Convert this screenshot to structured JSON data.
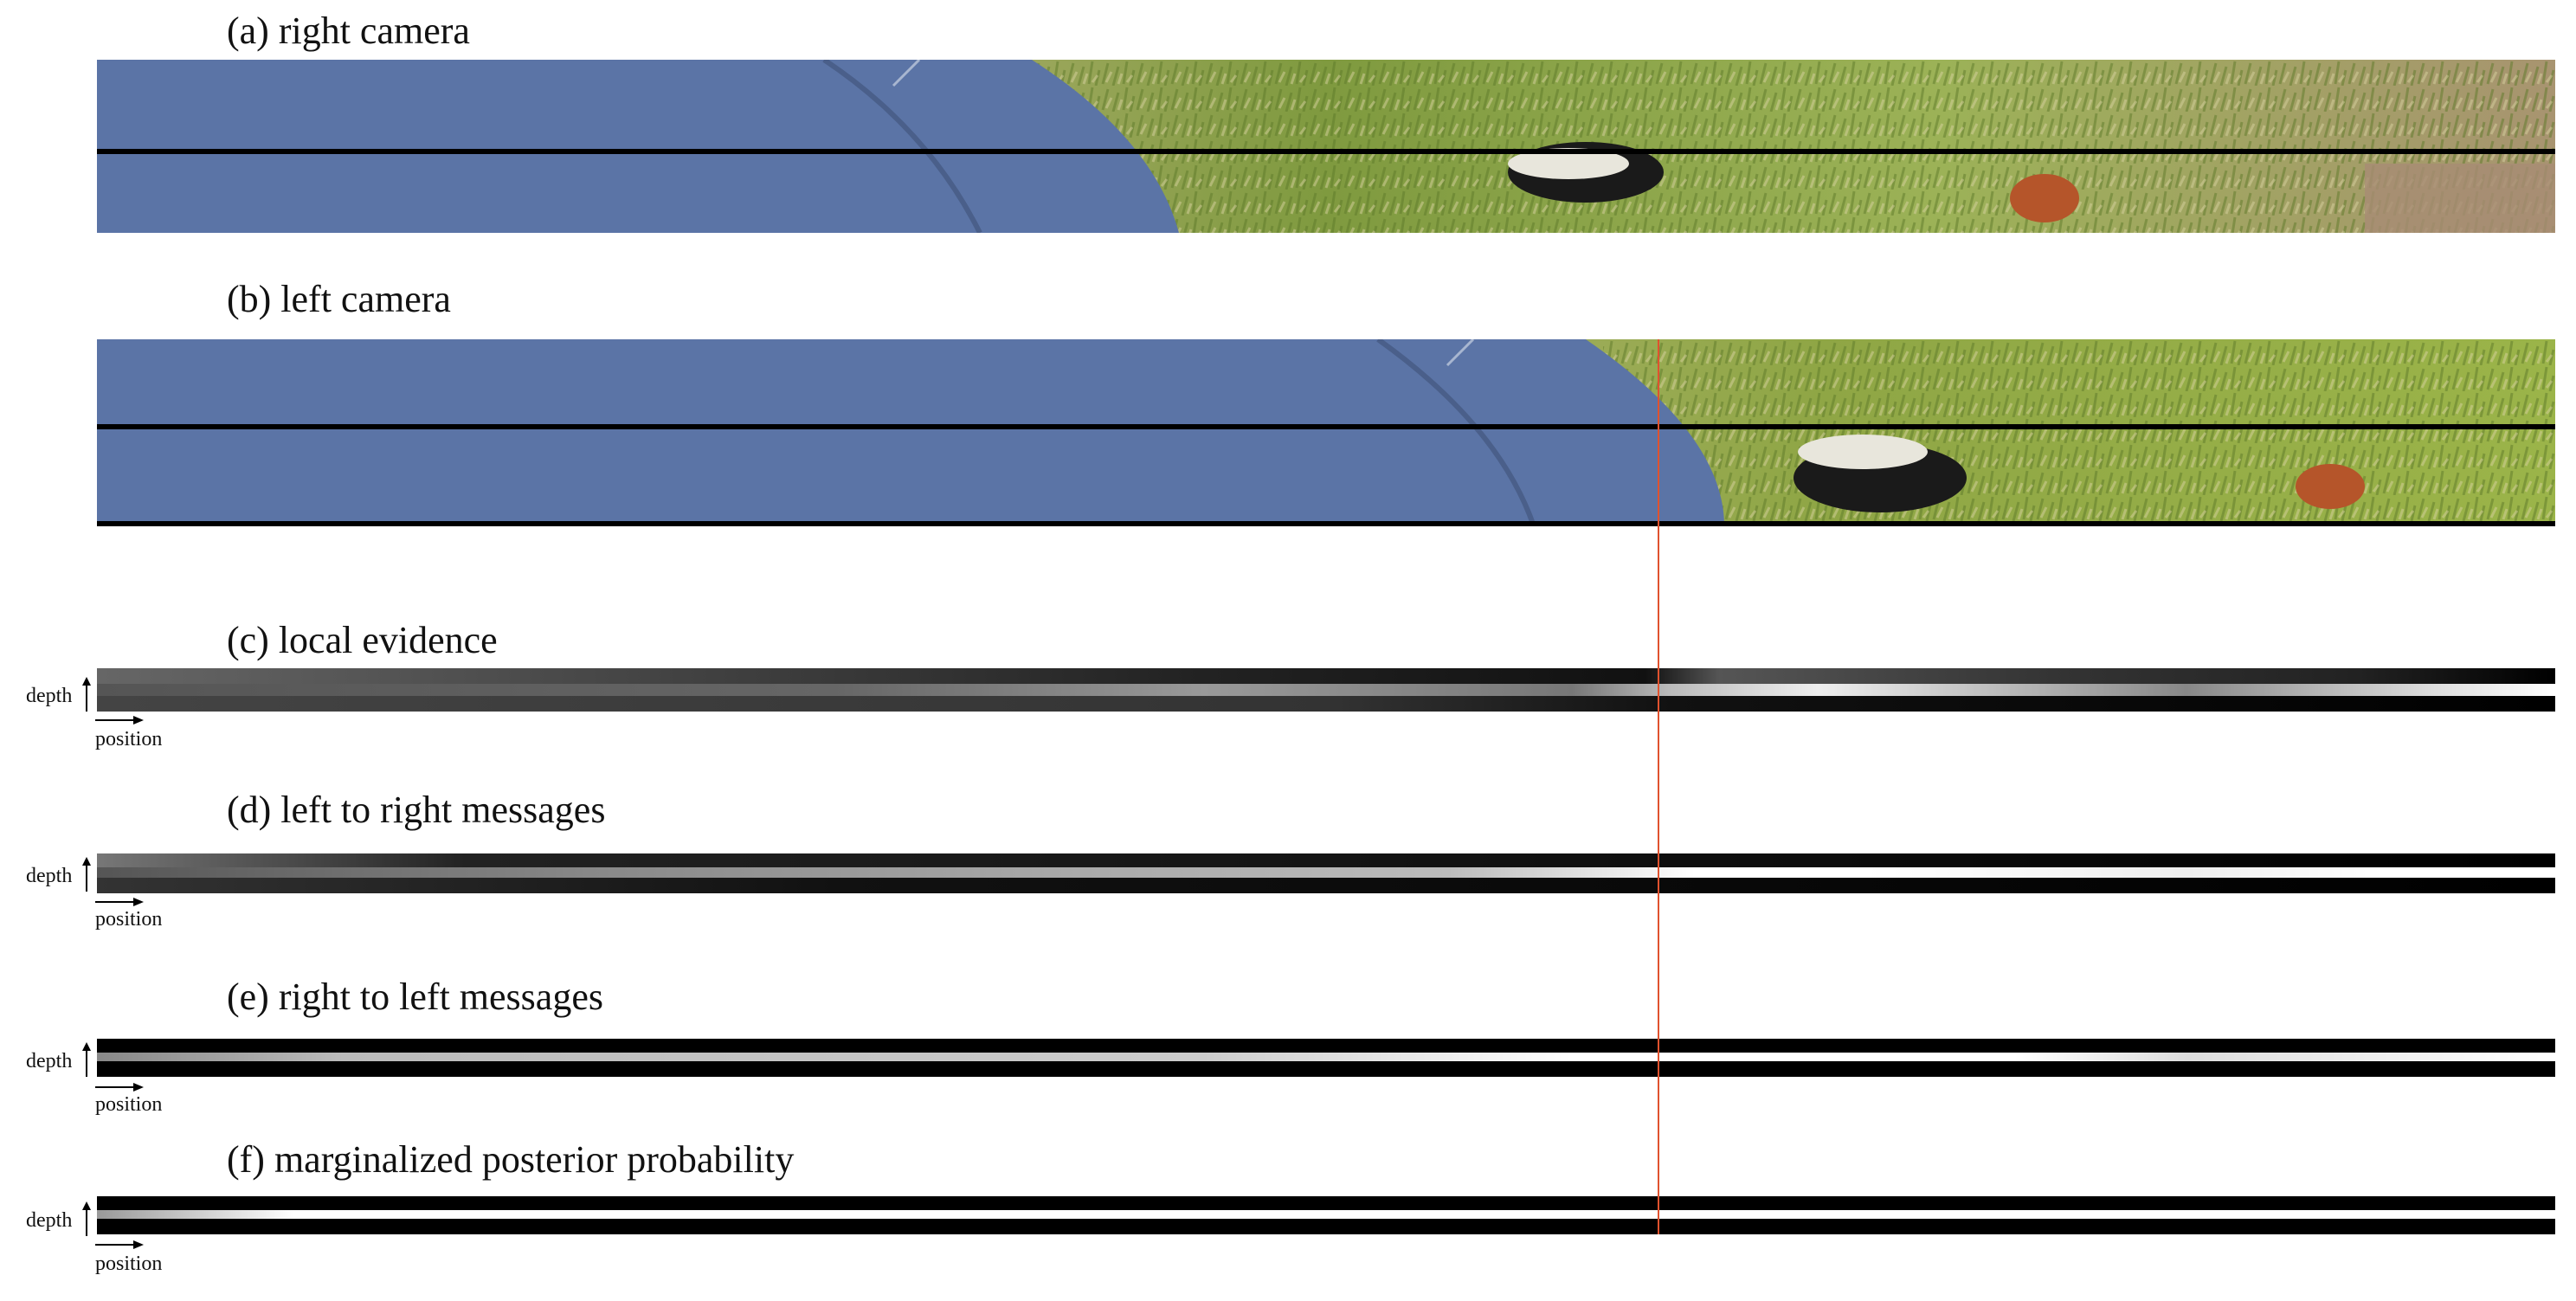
{
  "panels": {
    "a": {
      "title": "(a) right camera"
    },
    "b": {
      "title": "(b) left camera"
    },
    "c": {
      "title": "(c) local evidence"
    },
    "d": {
      "title": "(d) left to right messages"
    },
    "e": {
      "title": "(e) right to left messages"
    },
    "f": {
      "title": "(f) marginalized posterior probability"
    }
  },
  "axes": {
    "depth_label": "depth",
    "position_label": "position"
  },
  "colors": {
    "pavement": "#5a74a6",
    "grass": "#8a9a4a",
    "marker_line": "#e0522e",
    "scanline": "#000000"
  }
}
